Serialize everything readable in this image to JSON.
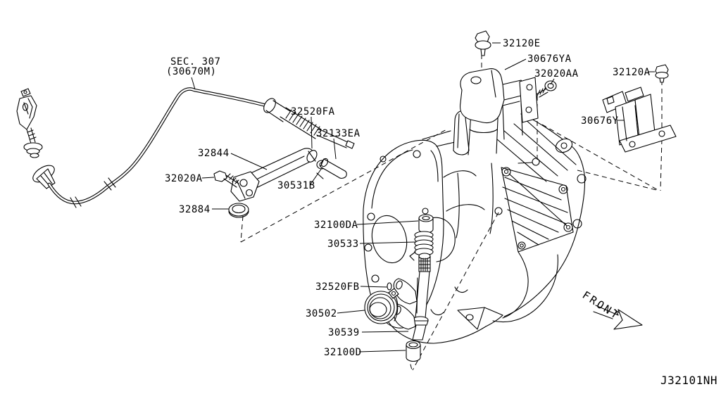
{
  "colors": {
    "ink": "#000000",
    "background": "#ffffff"
  },
  "diagram": {
    "section_ref": {
      "line1": "SEC. 307",
      "line2": "(30670M)"
    },
    "part_labels": {
      "32520FA": "32520FA",
      "32133EA": "32133EA",
      "32844": "32844",
      "32020A": "32020A",
      "30531B": "30531B",
      "32884": "32884",
      "32100DA": "32100DA",
      "30533": "30533",
      "32520FB": "32520FB",
      "30502": "30502",
      "30539": "30539",
      "32100D": "32100D",
      "32120E": "32120E",
      "30676YA": "30676YA",
      "32020AA": "32020AA",
      "32120A": "32120A",
      "30676Y": "30676Y"
    },
    "front_indicator": "FRONT",
    "drawing_number": "J32101NH"
  }
}
